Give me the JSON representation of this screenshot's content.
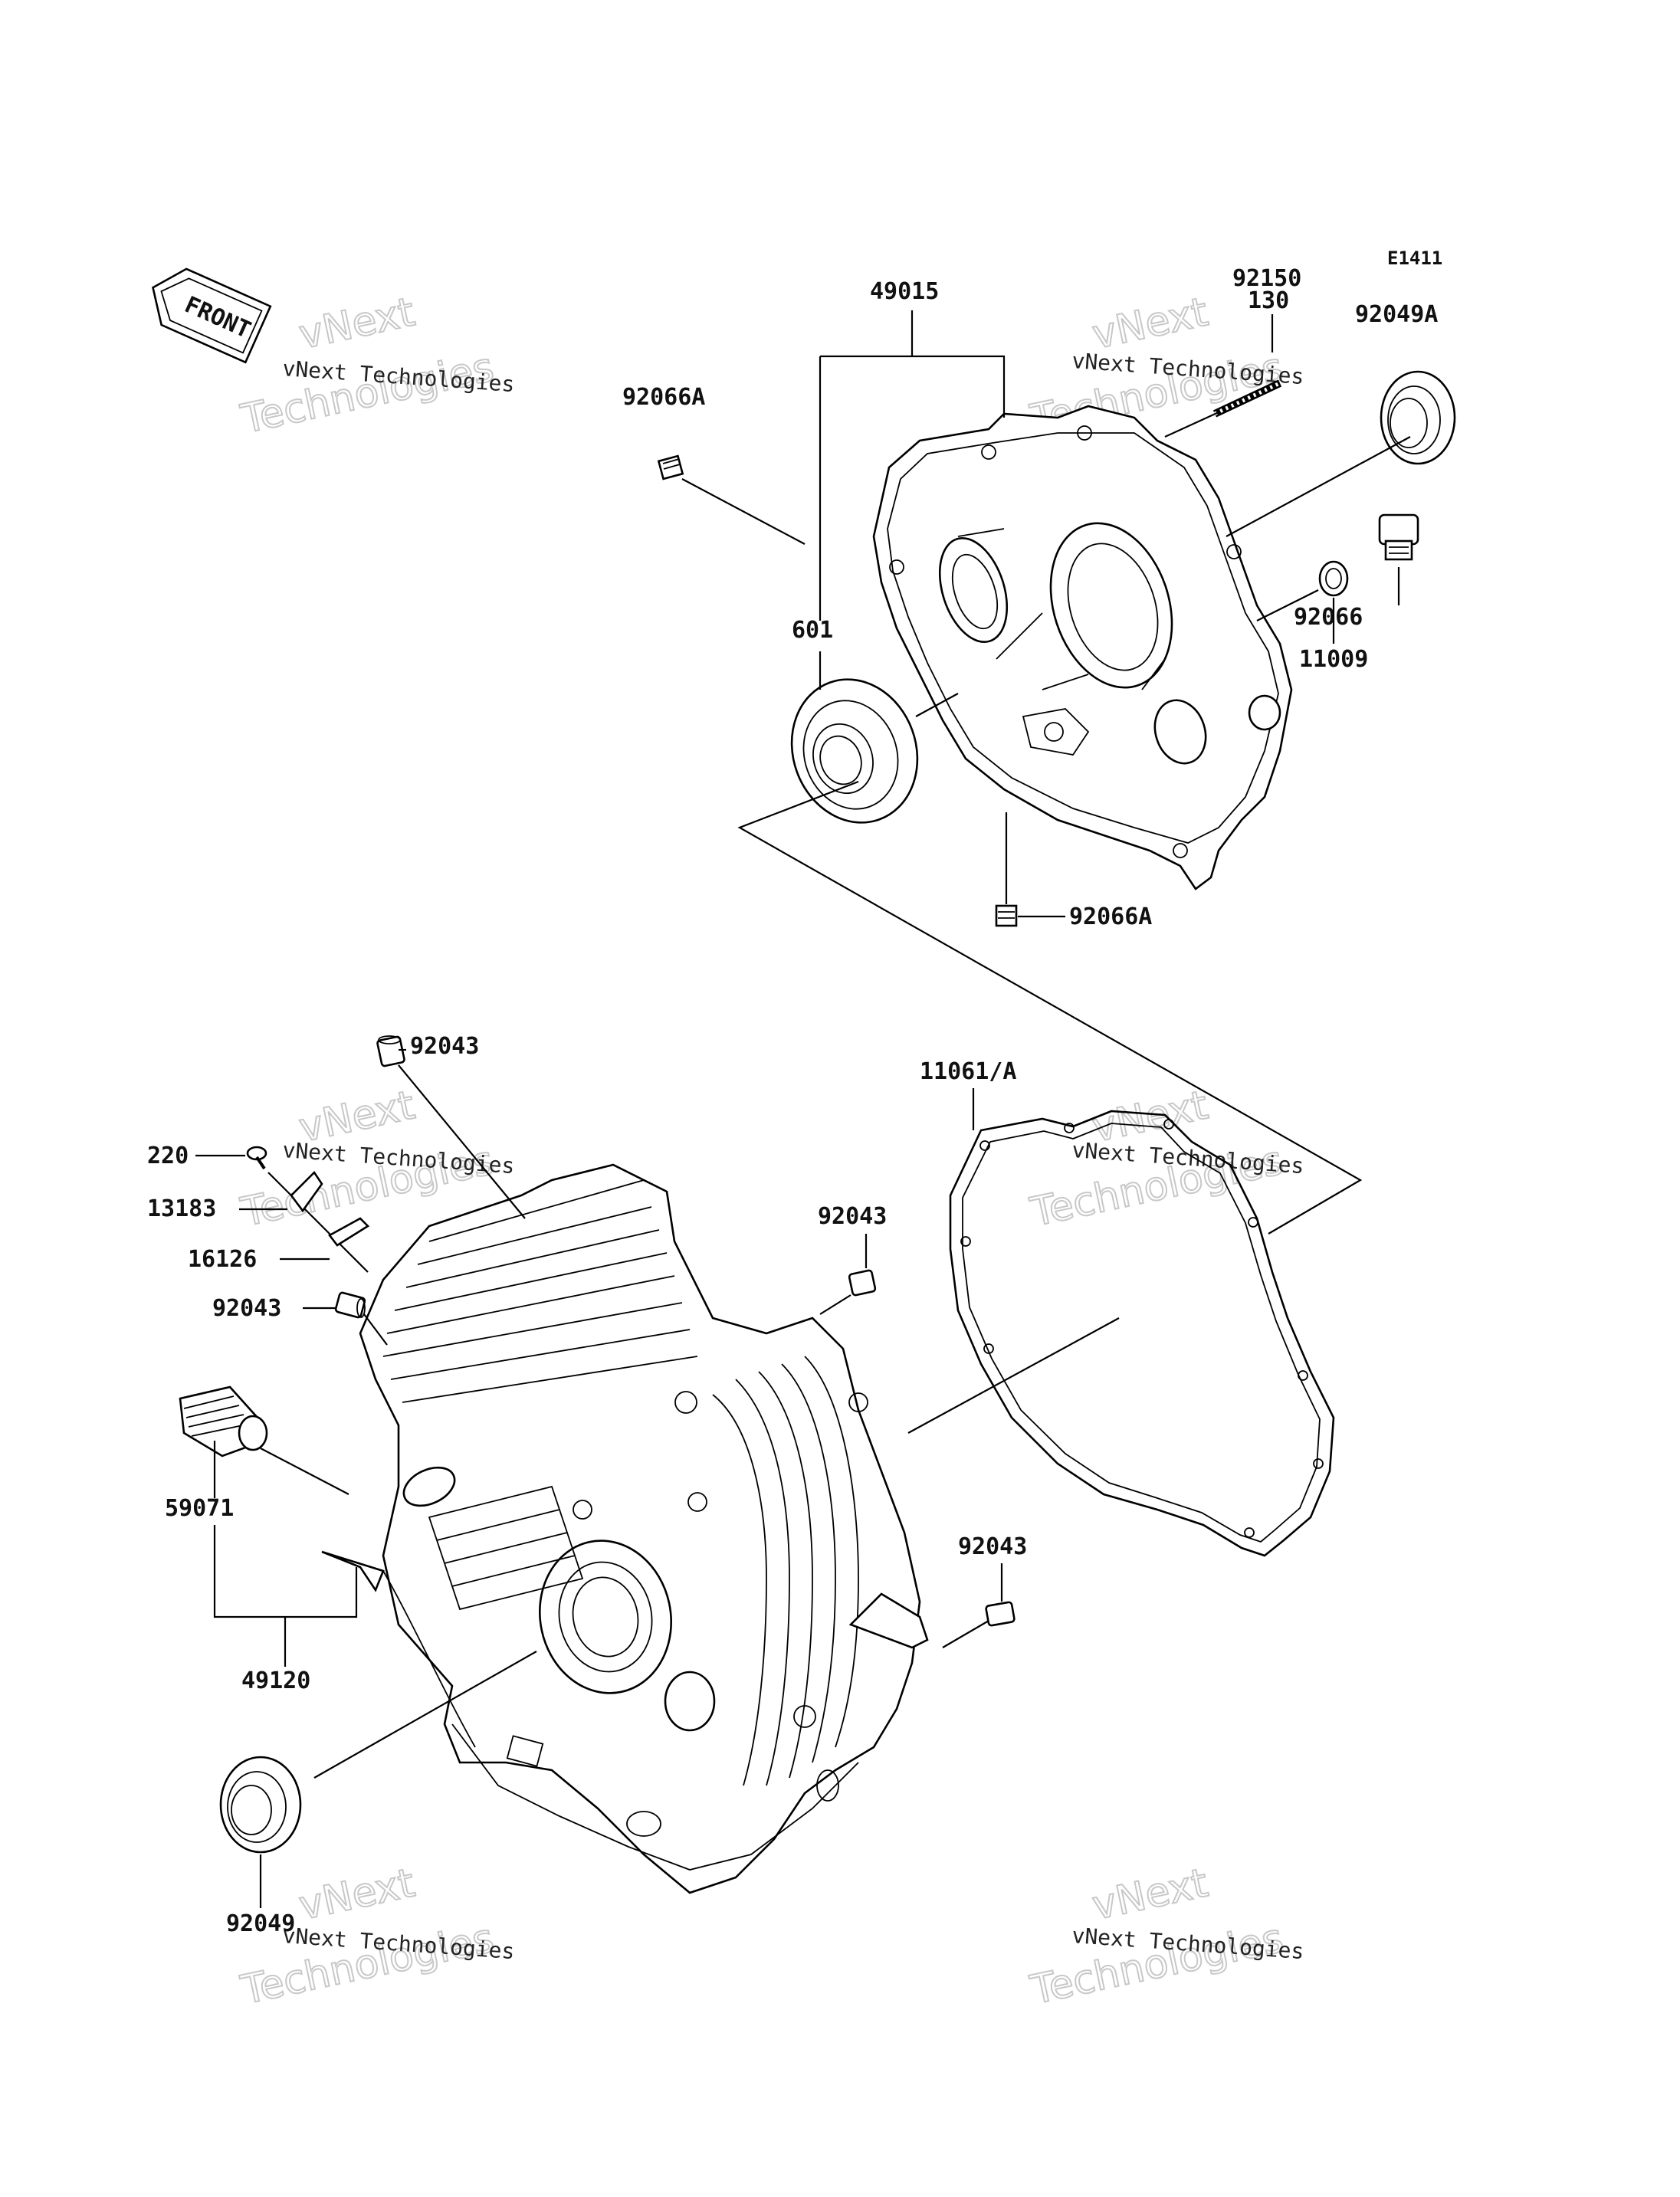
{
  "diagram": {
    "reference_code": "E1411",
    "front_indicator": "FRONT",
    "watermark": {
      "line1": "vNext Technologies",
      "line2": "Technologies",
      "shadow": "vNext"
    },
    "callouts": {
      "c49015": "49015",
      "c92150": "92150",
      "c130": "130",
      "c92049A": "92049A",
      "c92066A_top": "92066A",
      "c601": "601",
      "c92066": "92066",
      "c11009": "11009",
      "c92066A_bottom": "92066A",
      "c92043_top": "92043",
      "c11061A": "11061/A",
      "c220": "220",
      "c13183": "13183",
      "c16126": "16126",
      "c92043_left": "92043",
      "c92043_mid": "92043",
      "c59071": "59071",
      "c49120": "49120",
      "c92043_right": "92043",
      "c92049": "92049"
    }
  }
}
